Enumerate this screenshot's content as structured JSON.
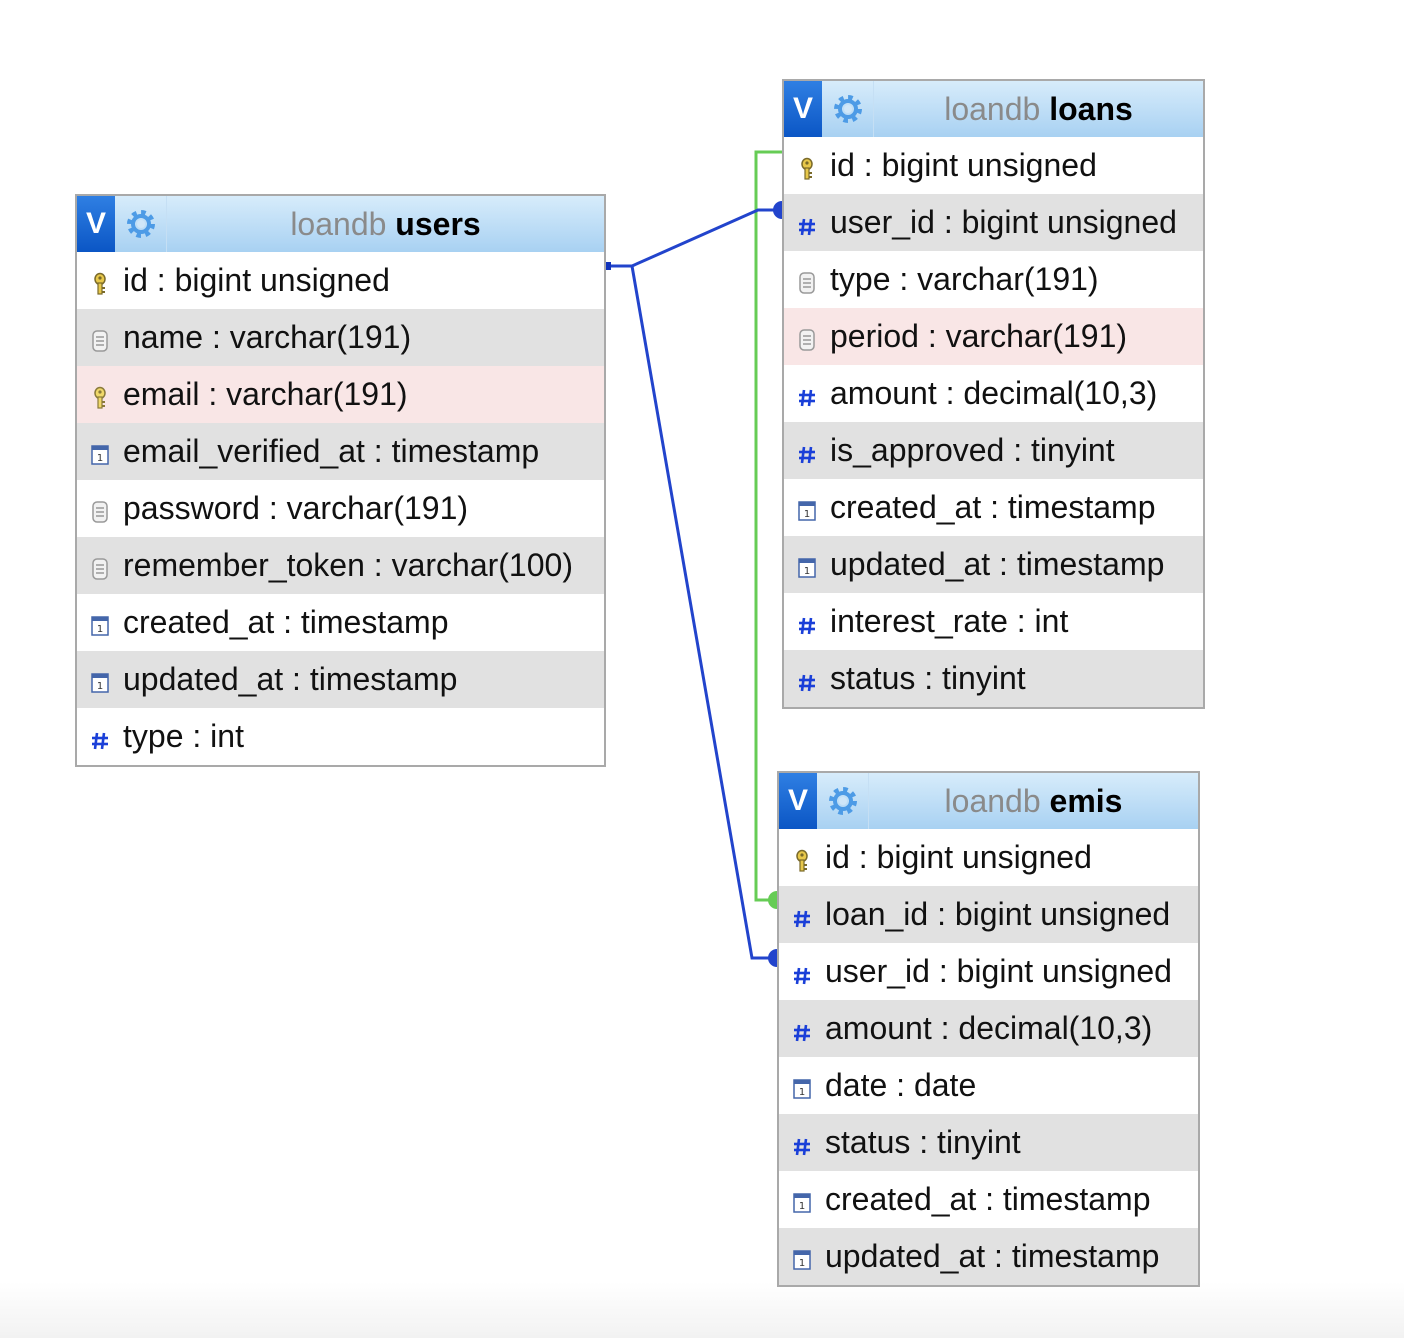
{
  "tables": {
    "users": {
      "db": "loandb",
      "name": "users",
      "toggle_label": "V",
      "columns": [
        {
          "label": "id : bigint unsigned",
          "icon": "primary-key-icon"
        },
        {
          "label": "name : varchar(191)",
          "icon": "text-column-icon"
        },
        {
          "label": "email : varchar(191)",
          "icon": "unique-key-icon"
        },
        {
          "label": "email_verified_at : timestamp",
          "icon": "date-column-icon"
        },
        {
          "label": "password : varchar(191)",
          "icon": "text-column-icon"
        },
        {
          "label": "remember_token : varchar(100)",
          "icon": "text-column-icon"
        },
        {
          "label": "created_at : timestamp",
          "icon": "date-column-icon"
        },
        {
          "label": "updated_at : timestamp",
          "icon": "date-column-icon"
        },
        {
          "label": "type : int",
          "icon": "numeric-column-icon"
        }
      ]
    },
    "loans": {
      "db": "loandb",
      "name": "loans",
      "toggle_label": "V",
      "columns": [
        {
          "label": "id : bigint unsigned",
          "icon": "primary-key-icon"
        },
        {
          "label": "user_id : bigint unsigned",
          "icon": "numeric-column-icon"
        },
        {
          "label": "type : varchar(191)",
          "icon": "text-column-icon"
        },
        {
          "label": "period : varchar(191)",
          "icon": "text-column-icon"
        },
        {
          "label": "amount : decimal(10,3)",
          "icon": "numeric-column-icon"
        },
        {
          "label": "is_approved : tinyint",
          "icon": "numeric-column-icon"
        },
        {
          "label": "created_at : timestamp",
          "icon": "date-column-icon"
        },
        {
          "label": "updated_at : timestamp",
          "icon": "date-column-icon"
        },
        {
          "label": "interest_rate : int",
          "icon": "numeric-column-icon"
        },
        {
          "label": "status : tinyint",
          "icon": "numeric-column-icon"
        }
      ]
    },
    "emis": {
      "db": "loandb",
      "name": "emis",
      "toggle_label": "V",
      "columns": [
        {
          "label": "id : bigint unsigned",
          "icon": "primary-key-icon"
        },
        {
          "label": "loan_id : bigint unsigned",
          "icon": "numeric-column-icon"
        },
        {
          "label": "user_id : bigint unsigned",
          "icon": "numeric-column-icon"
        },
        {
          "label": "amount : decimal(10,3)",
          "icon": "numeric-column-icon"
        },
        {
          "label": "date : date",
          "icon": "date-column-icon"
        },
        {
          "label": "status : tinyint",
          "icon": "numeric-column-icon"
        },
        {
          "label": "created_at : timestamp",
          "icon": "date-column-icon"
        },
        {
          "label": "updated_at : timestamp",
          "icon": "date-column-icon"
        }
      ]
    }
  },
  "relations": [
    {
      "from": "users.id",
      "to": "loans.user_id",
      "color": "#2244cc"
    },
    {
      "from": "users.id",
      "to": "emis.user_id",
      "color": "#2244cc"
    },
    {
      "from": "loans.id",
      "to": "emis.loan_id",
      "color": "#66cc55"
    }
  ],
  "colors": {
    "header_gradient_top": "#d7ecfb",
    "header_gradient_bottom": "#a8d1f2",
    "toggle_blue": "#0b56c5",
    "row_alt": "#e1e1e1",
    "row_highlight": "#f9e6e6",
    "numeric_icon": "#1a3fd8"
  }
}
